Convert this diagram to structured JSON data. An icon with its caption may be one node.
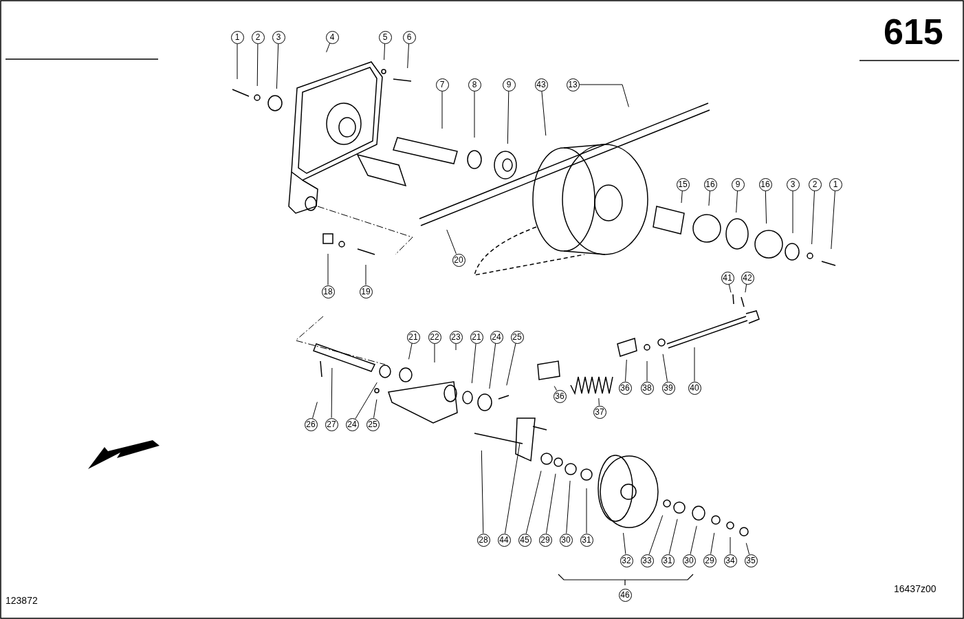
{
  "diagram": {
    "nodes": [
      {
        "text": [
          "1"
        ]
      },
      {
        "text": [
          "2"
        ]
      },
      {
        "text": [
          "3"
        ]
      },
      {
        "text": [
          "4"
        ]
      },
      {
        "text": [
          "5"
        ]
      },
      {
        "text": [
          "6"
        ]
      },
      {
        "text": [
          "7"
        ]
      },
      {
        "text": [
          "8"
        ]
      },
      {
        "text": [
          "9"
        ]
      },
      {
        "text": [
          "43"
        ]
      },
      {
        "text": [
          "13"
        ]
      },
      {
        "text": [
          "15"
        ]
      },
      {
        "text": [
          "16"
        ]
      },
      {
        "text": [
          "9"
        ]
      },
      {
        "text": [
          "16"
        ]
      },
      {
        "text": [
          "3"
        ]
      },
      {
        "text": [
          "2"
        ]
      },
      {
        "text": [
          "1"
        ]
      },
      {
        "text": [
          "20"
        ]
      },
      {
        "text": [
          "41"
        ]
      },
      {
        "text": [
          "42"
        ]
      },
      {
        "text": [
          "18"
        ]
      },
      {
        "text": [
          "19"
        ]
      },
      {
        "text": [
          "21"
        ]
      },
      {
        "text": [
          "22"
        ]
      },
      {
        "text": [
          "23"
        ]
      },
      {
        "text": [
          "21"
        ]
      },
      {
        "text": [
          "24"
        ]
      },
      {
        "text": [
          "25"
        ]
      },
      {
        "text": [
          "36"
        ]
      },
      {
        "text": [
          "38"
        ]
      },
      {
        "text": [
          "39"
        ]
      },
      {
        "text": [
          "40"
        ]
      },
      {
        "text": [
          "36"
        ]
      },
      {
        "text": [
          "37"
        ]
      },
      {
        "text": [
          "26"
        ]
      },
      {
        "text": [
          "27"
        ]
      },
      {
        "text": [
          "24"
        ]
      },
      {
        "text": [
          "25"
        ]
      },
      {
        "text": [
          "28"
        ]
      },
      {
        "text": [
          "44"
        ]
      },
      {
        "text": [
          "45"
        ]
      },
      {
        "text": [
          "29"
        ]
      },
      {
        "text": [
          "30"
        ]
      },
      {
        "text": [
          "31"
        ]
      },
      {
        "text": [
          "32"
        ]
      },
      {
        "text": [
          "33"
        ]
      },
      {
        "text": [
          "31"
        ]
      },
      {
        "text": [
          "30"
        ]
      },
      {
        "text": [
          "29"
        ]
      },
      {
        "text": [
          "34"
        ]
      },
      {
        "text": [
          "35"
        ]
      },
      {
        "text": [
          "46"
        ]
      }
    ],
    "edges": [
      {
        "from": 0,
        "to": null,
        "arrow": "none"
      },
      {
        "from": 1,
        "to": null,
        "arrow": "none"
      },
      {
        "from": 2,
        "to": null,
        "arrow": "none"
      },
      {
        "from": 3,
        "to": null,
        "arrow": "none"
      },
      {
        "from": 4,
        "to": null,
        "arrow": "none"
      },
      {
        "from": 5,
        "to": null,
        "arrow": "none"
      },
      {
        "from": 6,
        "to": null,
        "arrow": "none"
      },
      {
        "from": 7,
        "to": null,
        "arrow": "none"
      },
      {
        "from": 8,
        "to": null,
        "arrow": "none"
      },
      {
        "from": 9,
        "to": null,
        "arrow": "none"
      },
      {
        "from": 10,
        "to": null,
        "arrow": "none"
      },
      {
        "from": 11,
        "to": null,
        "arrow": "none"
      },
      {
        "from": 12,
        "to": null,
        "arrow": "none"
      },
      {
        "from": 13,
        "to": null,
        "arrow": "none"
      },
      {
        "from": 14,
        "to": null,
        "arrow": "none"
      },
      {
        "from": 15,
        "to": null,
        "arrow": "none"
      },
      {
        "from": 16,
        "to": null,
        "arrow": "none"
      },
      {
        "from": 17,
        "to": null,
        "arrow": "none"
      },
      {
        "from": 18,
        "to": null,
        "arrow": "none"
      },
      {
        "from": 19,
        "to": null,
        "arrow": "none"
      },
      {
        "from": 20,
        "to": null,
        "arrow": "none"
      },
      {
        "from": 21,
        "to": null,
        "arrow": "none"
      },
      {
        "from": 22,
        "to": null,
        "arrow": "none"
      },
      {
        "from": 23,
        "to": null,
        "arrow": "none"
      },
      {
        "from": 24,
        "to": null,
        "arrow": "none"
      },
      {
        "from": 25,
        "to": null,
        "arrow": "none"
      },
      {
        "from": 26,
        "to": null,
        "arrow": "none"
      },
      {
        "from": 27,
        "to": null,
        "arrow": "none"
      },
      {
        "from": 28,
        "to": null,
        "arrow": "none"
      },
      {
        "from": 29,
        "to": null,
        "arrow": "none"
      },
      {
        "from": 30,
        "to": null,
        "arrow": "none"
      },
      {
        "from": 31,
        "to": null,
        "arrow": "none"
      },
      {
        "from": 32,
        "to": null,
        "arrow": "none"
      },
      {
        "from": 33,
        "to": null,
        "arrow": "none"
      },
      {
        "from": 34,
        "to": null,
        "arrow": "none"
      },
      {
        "from": 35,
        "to": null,
        "arrow": "none"
      },
      {
        "from": 36,
        "to": null,
        "arrow": "none"
      },
      {
        "from": 37,
        "to": null,
        "arrow": "none"
      },
      {
        "from": 38,
        "to": null,
        "arrow": "none"
      },
      {
        "from": 39,
        "to": null,
        "arrow": "none"
      },
      {
        "from": 40,
        "to": null,
        "arrow": "none"
      },
      {
        "from": 41,
        "to": null,
        "arrow": "none"
      },
      {
        "from": 42,
        "to": null,
        "arrow": "none"
      },
      {
        "from": 43,
        "to": null,
        "arrow": "none"
      },
      {
        "from": 44,
        "to": null,
        "arrow": "none"
      },
      {
        "from": 45,
        "to": null,
        "arrow": "none"
      },
      {
        "from": 46,
        "to": null,
        "arrow": "none"
      },
      {
        "from": 47,
        "to": null,
        "arrow": "none"
      },
      {
        "from": 48,
        "to": null,
        "arrow": "none"
      },
      {
        "from": 49,
        "to": null,
        "arrow": "none"
      },
      {
        "from": 50,
        "to": null,
        "arrow": "none"
      },
      {
        "from": 51,
        "to": null,
        "arrow": "none"
      }
    ],
    "labels": [
      "615",
      "16437z00",
      "123872"
    ]
  }
}
